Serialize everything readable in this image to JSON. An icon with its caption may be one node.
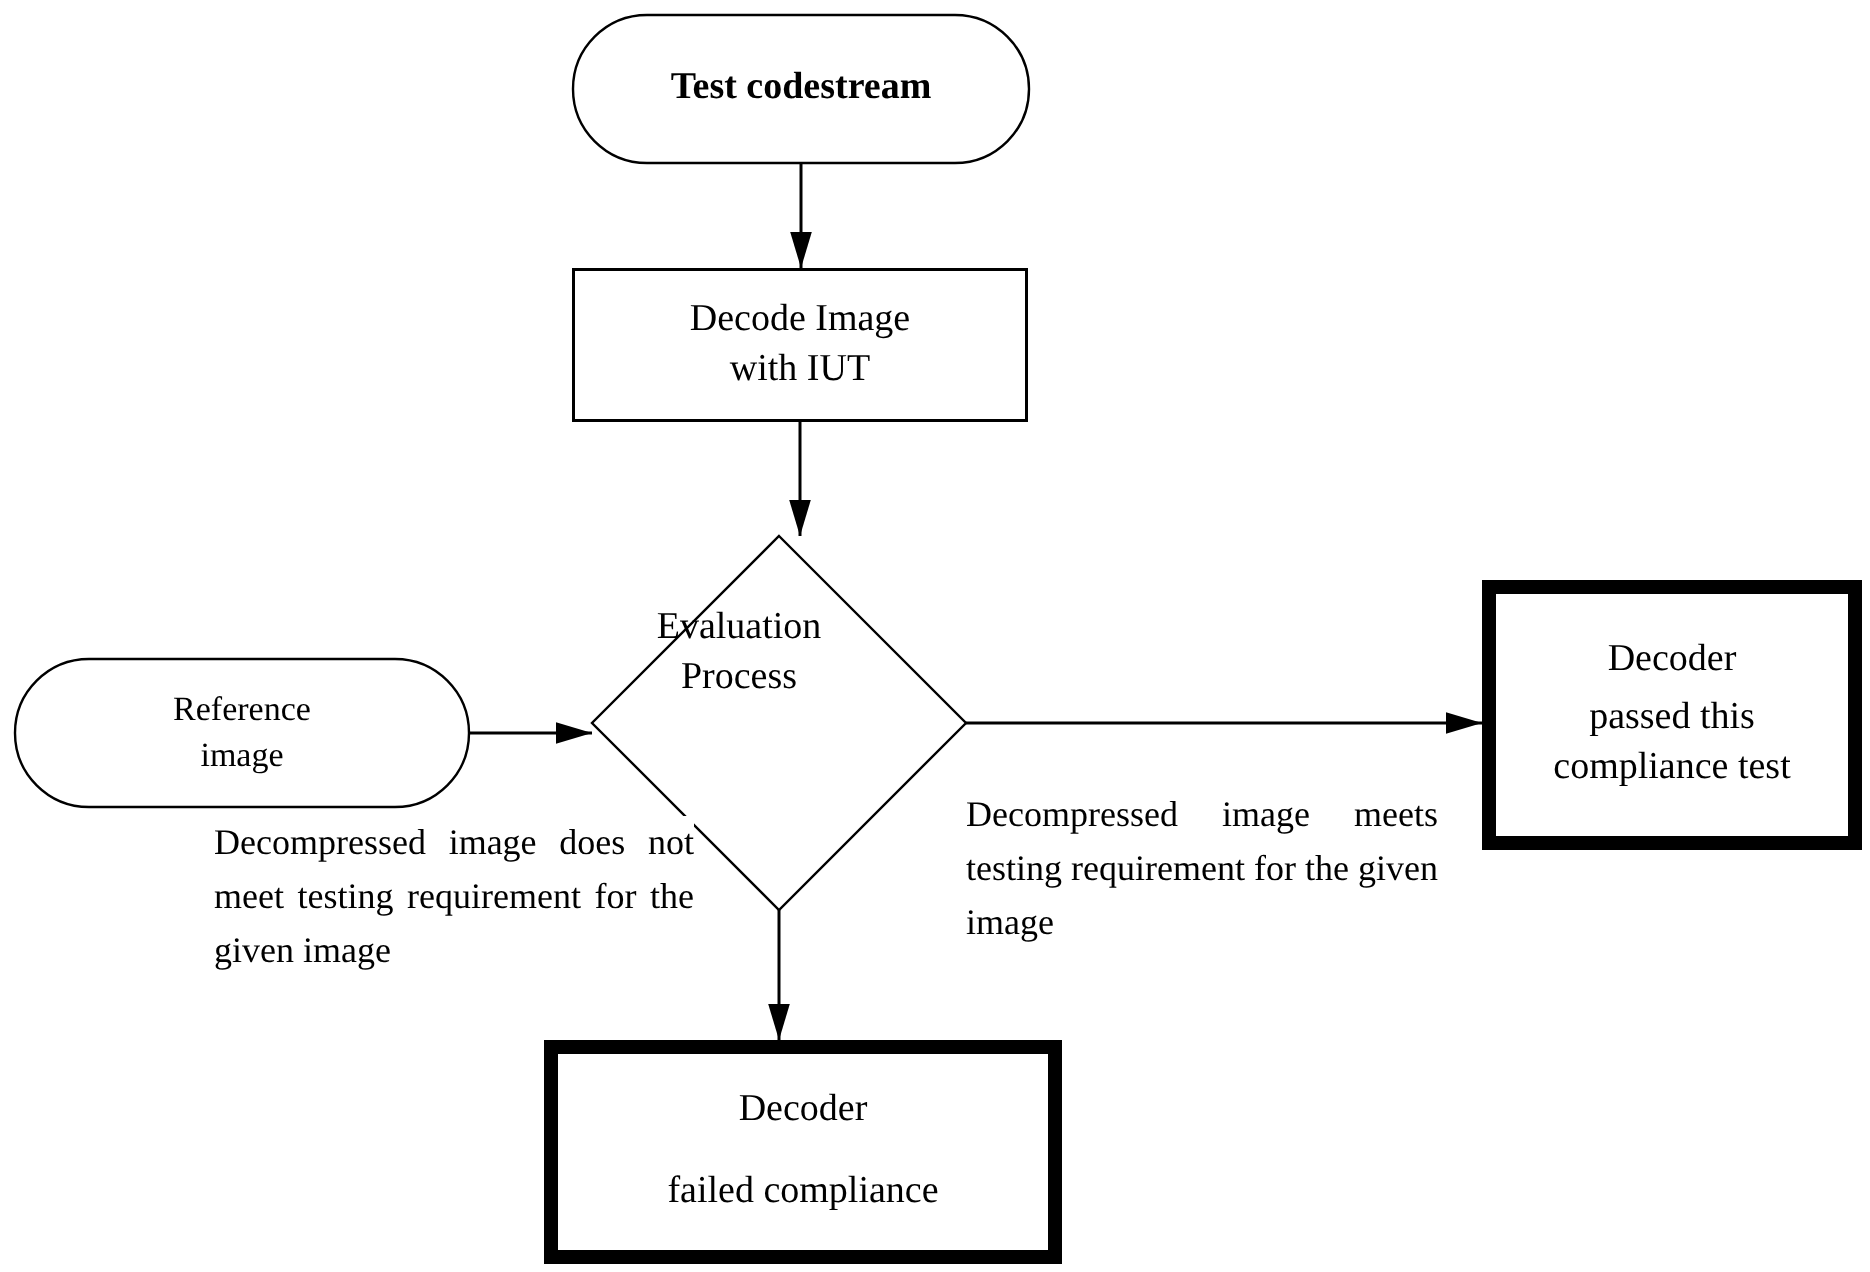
{
  "diagram": {
    "nodes": [
      {
        "text": [
          "Test codestream"
        ]
      },
      {
        "text": [
          "Decode Image with IUT"
        ]
      },
      {
        "text": [
          "Evaluation Process"
        ]
      },
      {
        "text": [
          "Reference image"
        ]
      },
      {
        "text": [
          "Decoder",
          "passed this compliance test"
        ]
      },
      {
        "text": [
          "Decoder",
          "failed compliance"
        ]
      }
    ],
    "edges": [
      {
        "from": 0,
        "to": 1,
        "arrow": "to"
      },
      {
        "from": 1,
        "to": 2,
        "arrow": "to"
      },
      {
        "from": 3,
        "to": 2,
        "arrow": "to"
      },
      {
        "from": 2,
        "to": 4,
        "arrow": "to",
        "label": "Decompressed image meets testing requirement for the given image"
      },
      {
        "from": 2,
        "to": 5,
        "arrow": "to",
        "label": "Decompressed image does not meet testing requirement for the given image"
      }
    ]
  }
}
